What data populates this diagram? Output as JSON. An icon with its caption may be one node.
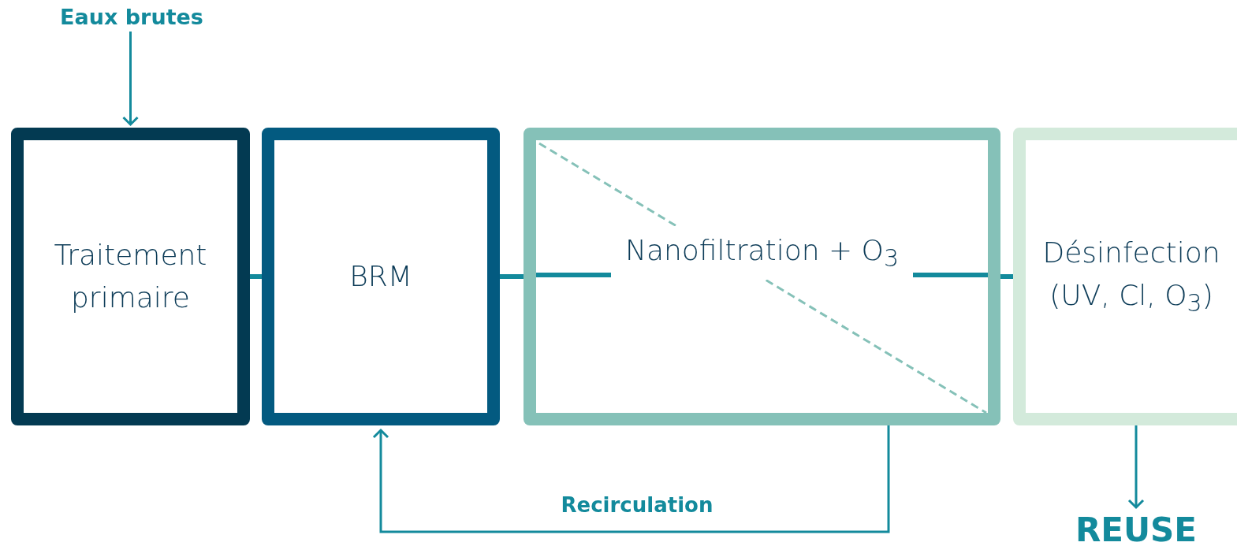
{
  "diagram": {
    "nodes": [
      {
        "text": [
          "Eaux brutes"
        ]
      },
      {
        "text": [
          "Traitement primaire"
        ]
      },
      {
        "text": [
          "BRM"
        ]
      },
      {
        "text": [
          "Nanofiltration + O$_{3}$"
        ]
      },
      {
        "text": [
          "Désinfection (UV, Cl, O$_{3}$)"
        ]
      },
      {
        "text": [
          "REUSE"
        ]
      }
    ],
    "edges": [
      {
        "from": 0,
        "to": 1,
        "arrow": "to"
      },
      {
        "from": 1,
        "to": 2,
        "arrow": "none",
        "style": "thick"
      },
      {
        "from": 2,
        "to": 3,
        "arrow": "none",
        "style": "thick"
      },
      {
        "from": 3,
        "to": 4,
        "arrow": "none",
        "style": "thick"
      },
      {
        "from": 4,
        "to": 5,
        "arrow": "to"
      },
      {
        "from": 3,
        "to": 2,
        "label": "Recirculation",
        "arrow": "to"
      }
    ]
  }
}
